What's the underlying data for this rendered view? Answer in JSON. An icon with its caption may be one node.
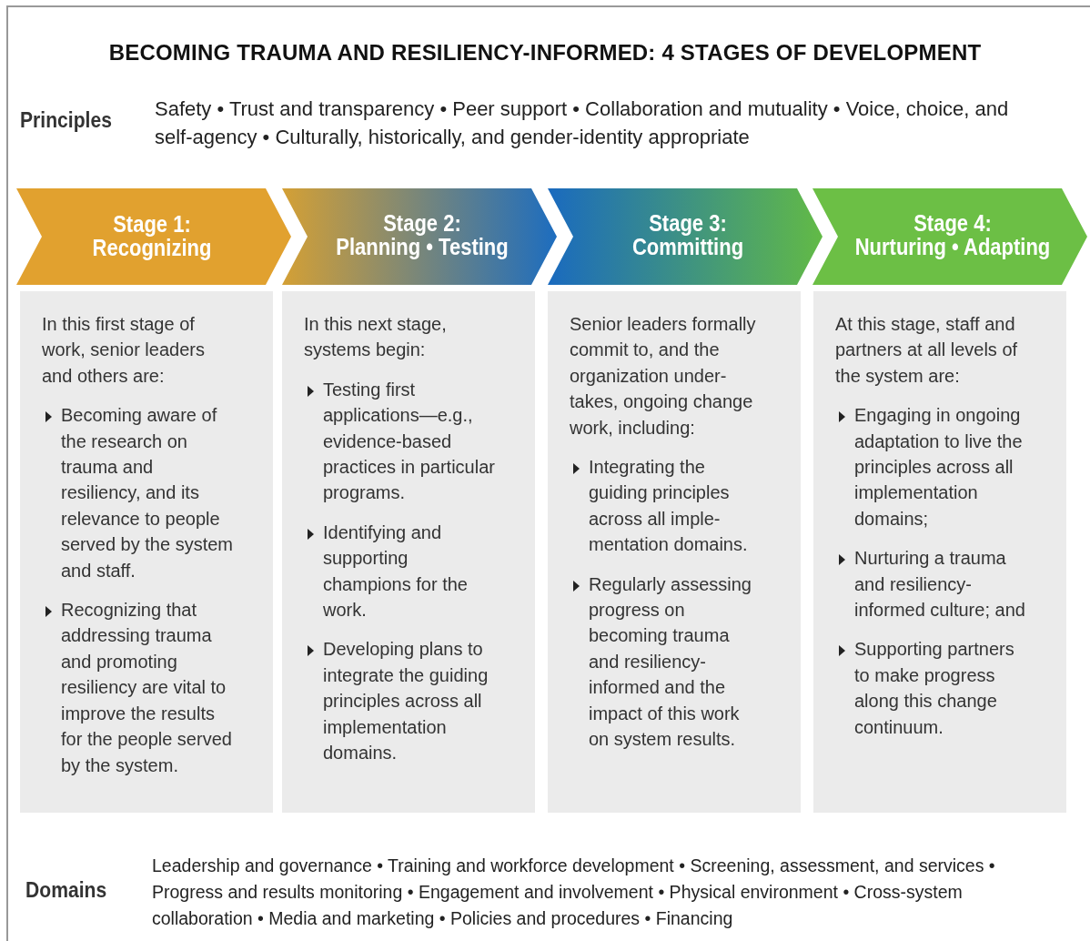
{
  "diagram": {
    "title": "BECOMING TRAUMA AND RESILIENCY-INFORMED: 4 STAGES OF DEVELOPMENT",
    "nodes": [
      {
        "text": [
          "Stage 1:",
          "Recognizing"
        ]
      },
      {
        "text": [
          "Stage 2:",
          "Planning • Testing"
        ]
      },
      {
        "text": [
          "Stage 3:",
          "Committing"
        ]
      },
      {
        "text": [
          "Stage 4:",
          "Nurturing • Adapting"
        ]
      },
      {
        "text": [
          "In this first stage of work, senior leaders and others are:",
          "Becoming aware of the research on trauma and resiliency, and its relevance to people served by the system and staff.",
          "Recognizing that addressing trauma and promoting resiliency are vital to improve the results for the people served by the system."
        ]
      },
      {
        "text": [
          "In this next stage, systems begin:",
          "Testing first applications—e.g., evidence-based practices in particular programs.",
          "Identifying and supporting champions for the work.",
          "Developing plans to integrate the guiding principles across all implementation domains."
        ]
      },
      {
        "text": [
          "Senior leaders formally commit to, and the organization under-takes, ongoing change work, including:",
          "Integrating the guiding principles across all imple-mentation domains.",
          "Regularly assessing progress on becoming trauma and resiliency-informed and the impact of this work on system results."
        ]
      },
      {
        "text": [
          "At this stage, staff and partners at all levels of the system are:",
          "Engaging in ongoing adaptation to live the principles across all implementation domains;",
          "Nurturing a trauma and resiliency-informed culture; and",
          "Supporting partners to make progress along this change continuum."
        ]
      }
    ],
    "labels": [
      "Principles",
      "Safety • Trust and transparency • Peer support • Collaboration and mutuality • Voice, choice, and self-agency • Culturally, historically, and gender-identity appropriate",
      "Domains",
      "Leadership and governance • Training and workforce development • Screening, assessment, and services • Progress and results monitoring • Engagement and involvement • Physical environment • Cross-system collaboration • Media and marketing • Policies and procedures • Financing"
    ]
  }
}
